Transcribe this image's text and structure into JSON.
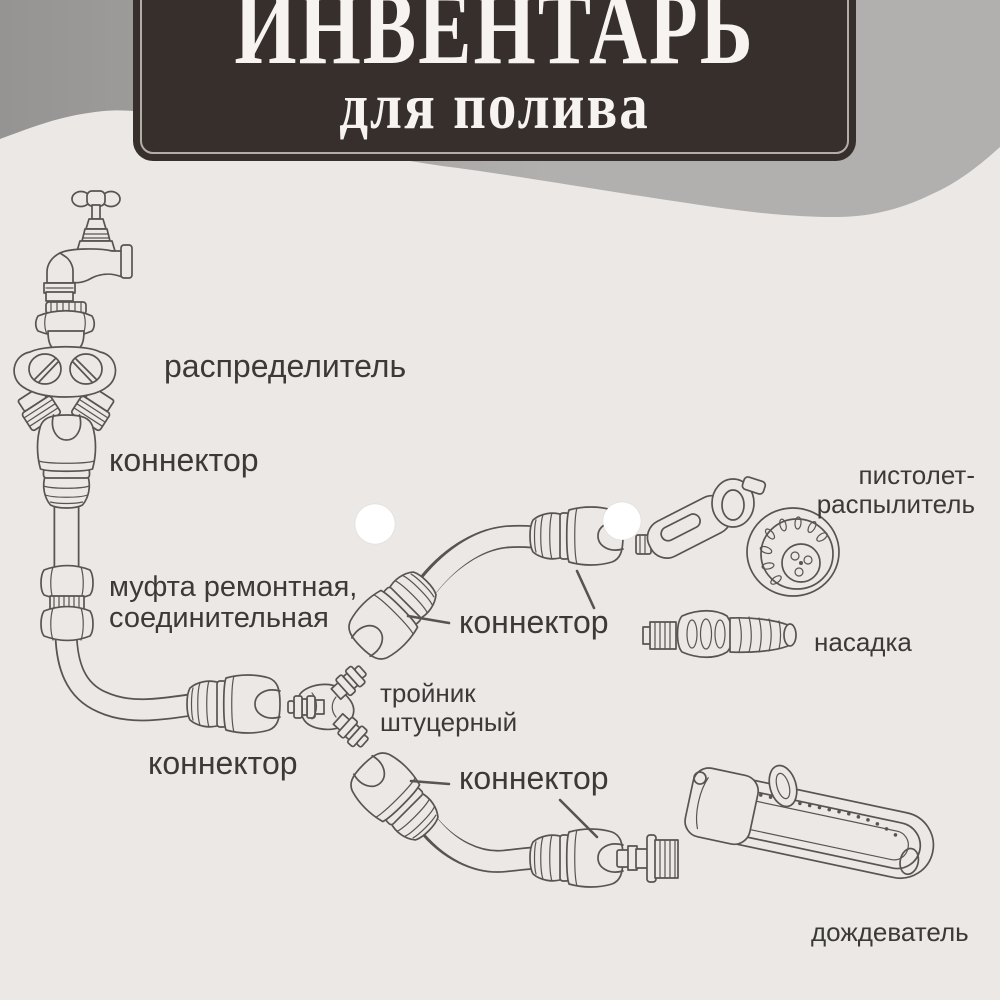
{
  "header": {
    "title_line1": "ИНВЕНТАРЬ",
    "title_line2": "для полива"
  },
  "labels": {
    "distributor": "распределитель",
    "connector_top": "коннектор",
    "coupling": "муфта ремонтная,\nсоединительная",
    "connector_left": "коннектор",
    "tee": "тройник\nштуцерный",
    "connector_mid": "коннектор",
    "connector_bottom": "коннектор",
    "spray_gun": "пистолет-\nраспылитель",
    "nozzle": "насадка",
    "sprinkler": "дождеватель"
  },
  "icons": {
    "tap": "tap-icon",
    "distributor": "distributor-icon",
    "connector": "quick-connector-icon",
    "coupling": "repair-coupling-icon",
    "tee": "tee-fitting-icon",
    "spray_gun": "spray-gun-icon",
    "nozzle": "nozzle-icon",
    "adapter": "adapter-icon",
    "sprinkler": "sprinkler-icon"
  },
  "colors": {
    "paper": "#ece8e6",
    "backdrop_dark": "#959492",
    "backdrop_light": "#b2b0ae",
    "plate": "#372f2b",
    "plate_border": "#ddd8d2",
    "plate_text": "#f6f3f0",
    "ink": "#3b3a38",
    "line": "#585450",
    "hole": "#ffffff"
  }
}
